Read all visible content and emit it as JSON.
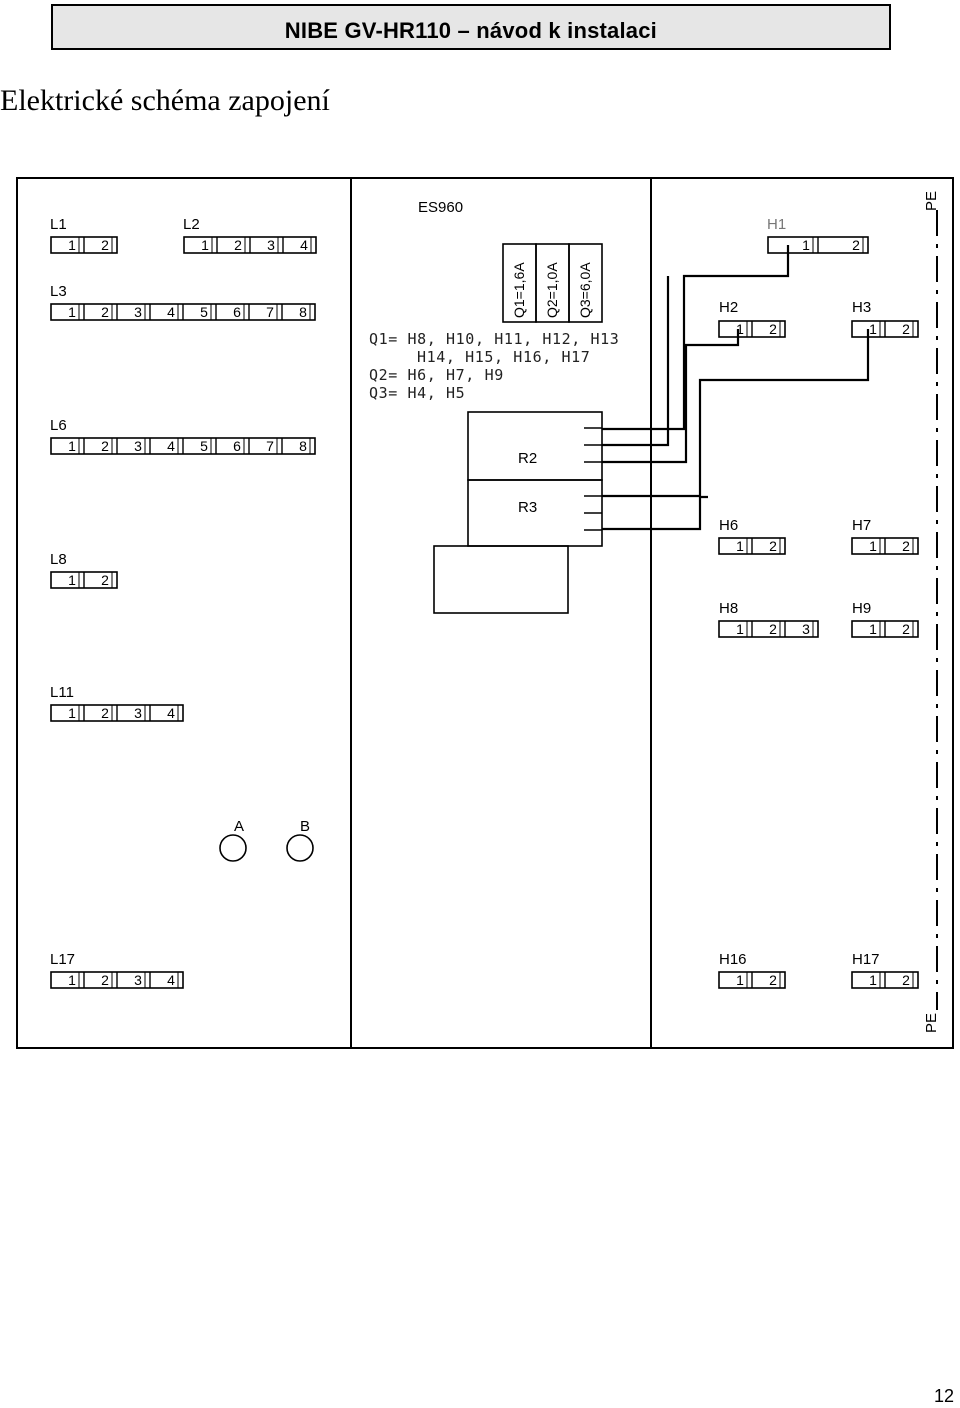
{
  "header": {
    "title": "NIBE  GV-HR110 – návod k instalaci"
  },
  "section_title": "Elektrické schéma zapojení",
  "page_number": "12",
  "diagram": {
    "controller": "ES960",
    "fuses": {
      "q1": "Q1=1,6A",
      "q2": "Q2=1,0A",
      "q3": "Q3=6,0A"
    },
    "fuse_note": {
      "line1": "Q1= H8, H10, H11, H12, H13",
      "line2": "H14, H15, H16, H17",
      "line3": "Q2= H6, H7, H9",
      "line4": "Q3= H4, H5"
    },
    "relays": {
      "r2": "R2",
      "r3": "R3"
    },
    "pe": "PE",
    "terminal_digits": [
      "1",
      "2",
      "3",
      "4",
      "5",
      "6",
      "7",
      "8"
    ],
    "terminals": {
      "L1": "L1",
      "L2": "L2",
      "L3": "L3",
      "L6": "L6",
      "L8": "L8",
      "L11": "L11",
      "L17": "L17",
      "H1": "H1",
      "H2": "H2",
      "H3": "H3",
      "H6": "H6",
      "H7": "H7",
      "H8": "H8",
      "H9": "H9",
      "H16": "H16",
      "H17": "H17"
    },
    "connectors": {
      "a": "A",
      "b": "B"
    }
  }
}
